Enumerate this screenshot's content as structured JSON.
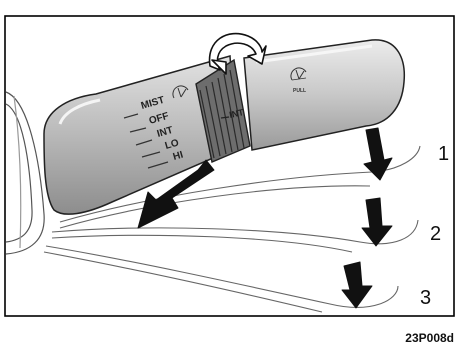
{
  "figure": {
    "code": "23P008d",
    "positions": [
      "1",
      "2",
      "3"
    ],
    "wiper_settings": [
      "MIST",
      "OFF",
      "INT",
      "LO",
      "HI"
    ],
    "knob_label": "INT",
    "end_icon": "wiper-icon",
    "end_label": "PULL"
  }
}
